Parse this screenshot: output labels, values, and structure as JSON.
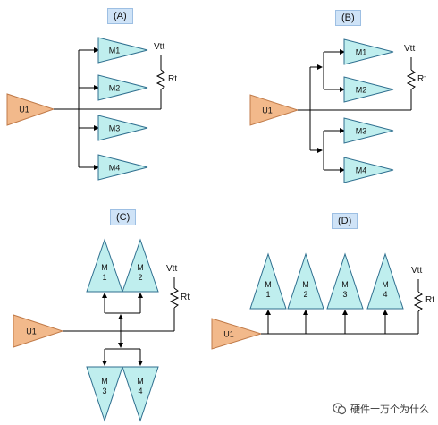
{
  "panels": {
    "A": {
      "tag": "(A)",
      "source": "U1",
      "loads": [
        "M1",
        "M2",
        "M3",
        "M4"
      ],
      "supply": "Vtt",
      "resistor": "Rt"
    },
    "B": {
      "tag": "(B)",
      "source": "U1",
      "loads": [
        "M1",
        "M2",
        "M3",
        "M4"
      ],
      "supply": "Vtt",
      "resistor": "Rt"
    },
    "C": {
      "tag": "(C)",
      "source": "U1",
      "loads": [
        "M\n1",
        "M\n2",
        "M\n3",
        "M\n4"
      ],
      "supply": "Vtt",
      "resistor": "Rt"
    },
    "D": {
      "tag": "(D)",
      "source": "U1",
      "loads": [
        "M\n1",
        "M\n2",
        "M\n3",
        "M\n4"
      ],
      "supply": "Vtt",
      "resistor": "Rt"
    }
  },
  "watermark": "硬件十万个为什么",
  "colors": {
    "source_fill": "#f2b98b",
    "source_stroke": "#c07a48",
    "load_fill": "#bfeeee",
    "load_stroke": "#2f6f8f",
    "wire": "#000000"
  }
}
